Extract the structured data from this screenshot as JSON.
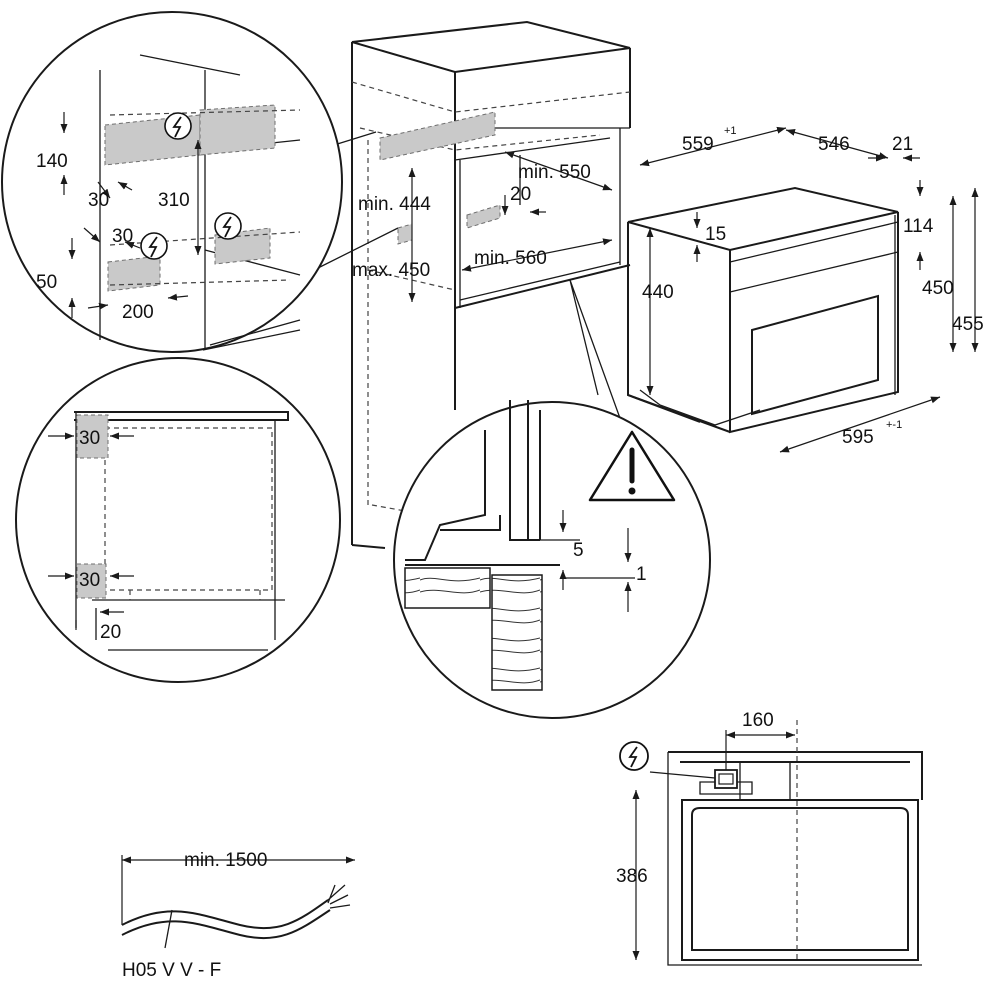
{
  "dimensions": {
    "appliance_depth": "559",
    "appliance_depth_tol": "+1",
    "depth_body": "546",
    "front_thickness": "21",
    "control_top": "15",
    "appliance_height": "440",
    "panel_offset": "114",
    "front_height": "450",
    "total_height": "455",
    "appliance_width": "595",
    "appliance_width_tol": "+-1",
    "niche_depth_min": "min. 550",
    "gap_20": "20",
    "niche_height_min": "min. 444",
    "niche_height_max": "max. 450",
    "niche_width_min": "min. 560"
  },
  "detail_socket": {
    "d140": "140",
    "d30a": "30",
    "d310": "310",
    "d30b": "30",
    "d50": "50",
    "d200": "200"
  },
  "detail_clearance": {
    "top": "30",
    "bottom": "30",
    "rear": "20"
  },
  "detail_gap": {
    "gap5": "5",
    "gap1": "1"
  },
  "cable": {
    "length": "min. 1500",
    "type": "H05 V V - F"
  },
  "rear_view": {
    "offset": "160",
    "height": "386"
  },
  "icons": [
    "electrical-hazard-icon",
    "warning-triangle-icon"
  ]
}
